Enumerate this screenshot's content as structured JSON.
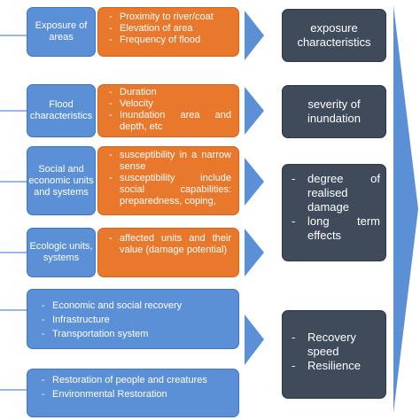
{
  "colors": {
    "blue": "#5b8fd6",
    "orange": "#e8782c",
    "dark": "#3f4a5a",
    "bigArrow": "#5b8fd6"
  },
  "left_boxes": [
    {
      "label": "Exposure of areas",
      "items": [
        "Proximity to river/coat",
        "Elevation of area",
        "Frequency of flood"
      ]
    },
    {
      "label": "Flood characteristics",
      "items": [
        "Duration",
        "Velocity",
        "Inundation area and depth, etc"
      ]
    },
    {
      "label": "Social and economic units and systems",
      "items": [
        "susceptibility in a narrow sense",
        "susceptibility include social capabilities: preparedness, coping,"
      ]
    },
    {
      "label": "Ecologic units, systems",
      "items": [
        "affected units and their value (damage potential)"
      ]
    }
  ],
  "wide_boxes": [
    {
      "items": [
        "Economic and social recovery",
        "Infrastructure",
        "Transportation system"
      ]
    },
    {
      "items": [
        "Restoration of people and creatures",
        "Environmental Restoration"
      ]
    }
  ],
  "right_boxes": [
    {
      "title": "exposure characteristics"
    },
    {
      "title": "severity of inundation"
    },
    {
      "items": [
        "degree of realised damage",
        "long term effects"
      ]
    },
    {
      "items": [
        "Recovery speed",
        "Resilience"
      ]
    }
  ]
}
